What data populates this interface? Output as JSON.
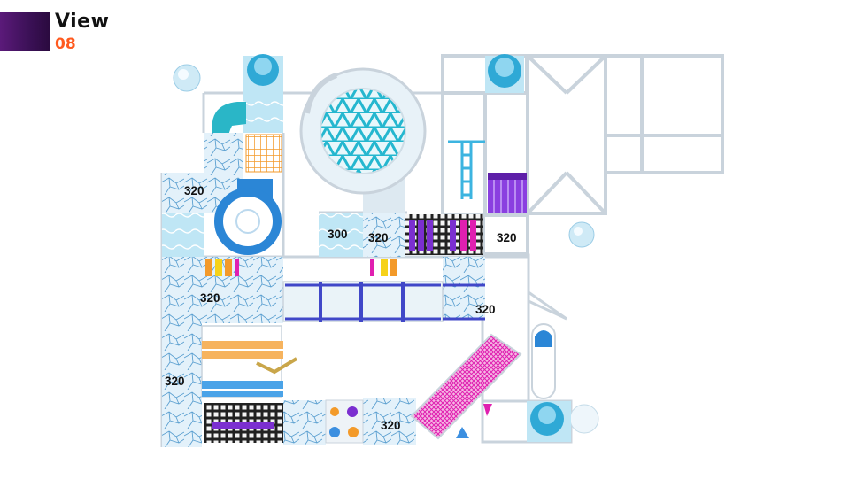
{
  "header": {
    "title": "View",
    "number": "08"
  },
  "zones": [
    {
      "id": "z1",
      "label": "320"
    },
    {
      "id": "z2",
      "label": "300"
    },
    {
      "id": "z3",
      "label": "320"
    },
    {
      "id": "z4",
      "label": "320"
    },
    {
      "id": "z5",
      "label": "320"
    },
    {
      "id": "z6",
      "label": "320"
    },
    {
      "id": "z7",
      "label": "320"
    },
    {
      "id": "z8",
      "label": "320"
    }
  ],
  "colors": {
    "accent": "#ff5a1f",
    "swatch": "#4a1468",
    "frame": "#c9d3dc",
    "padding": "#d7e9f5",
    "cyan": "#25b7cf",
    "purple": "#7b2fd0",
    "magenta": "#e020b0",
    "orange": "#f39a2a"
  }
}
